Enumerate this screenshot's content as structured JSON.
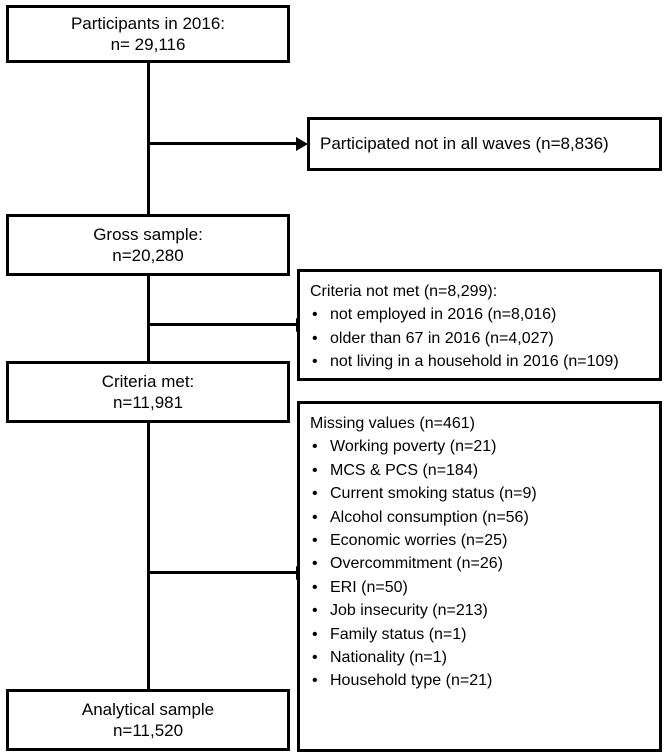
{
  "boxes": {
    "participants": {
      "line1": "Participants in 2016:",
      "line2": "n= 29,116"
    },
    "gross": {
      "line1": "Gross sample:",
      "line2": "n=20,280"
    },
    "criteria_met": {
      "line1": "Criteria met:",
      "line2": "n=11,981"
    },
    "analytical": {
      "line1": "Analytical sample",
      "line2": "n=11,520"
    }
  },
  "exclusions": {
    "waves": {
      "text": "Participated not in all waves (n=8,836)"
    },
    "criteria_not_met": {
      "header": "Criteria not met (n=8,299):",
      "items": [
        "not employed in 2016 (n=8,016)",
        "older than 67 in 2016 (n=4,027)",
        "not living in a household in 2016 (n=109)"
      ]
    },
    "missing": {
      "header": "Missing values (n=461)",
      "items": [
        "Working poverty (n=21)",
        "MCS & PCS (n=184)",
        "Current smoking status (n=9)",
        "Alcohol consumption (n=56)",
        "Economic worries (n=25)",
        "Overcommitment (n=26)",
        "ERI (n=50)",
        "Job insecurity (n=213)",
        "Family status (n=1)",
        "Nationality (n=1)",
        "Household type (n=21)"
      ]
    }
  }
}
